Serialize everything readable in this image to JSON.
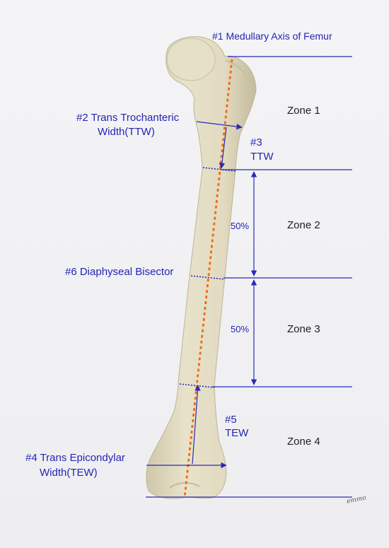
{
  "labels": {
    "medullary_axis": "#1 Medullary Axis of Femur",
    "ttw_line1": "#2 Trans Trochanteric",
    "ttw_line2": "Width(TTW)",
    "ttw3_line1": "#3",
    "ttw3_line2": "TTW",
    "diaphyseal_bisector": "#6 Diaphyseal Bisector",
    "tew5_line1": "#5",
    "tew5_line2": "TEW",
    "tew_line1": "#4 Trans Epicondylar",
    "tew_line2": "Width(TEW)"
  },
  "zones": [
    "Zone 1",
    "Zone 2",
    "Zone 3",
    "Zone 4"
  ],
  "percents": [
    "50%",
    "50%"
  ],
  "signature": "emmo",
  "colors": {
    "annotation_blue": "#2a2ab8",
    "axis_orange": "#f06a10",
    "bone_fill": "#e3dcc3",
    "bone_shadow": "#c9c0a2"
  }
}
